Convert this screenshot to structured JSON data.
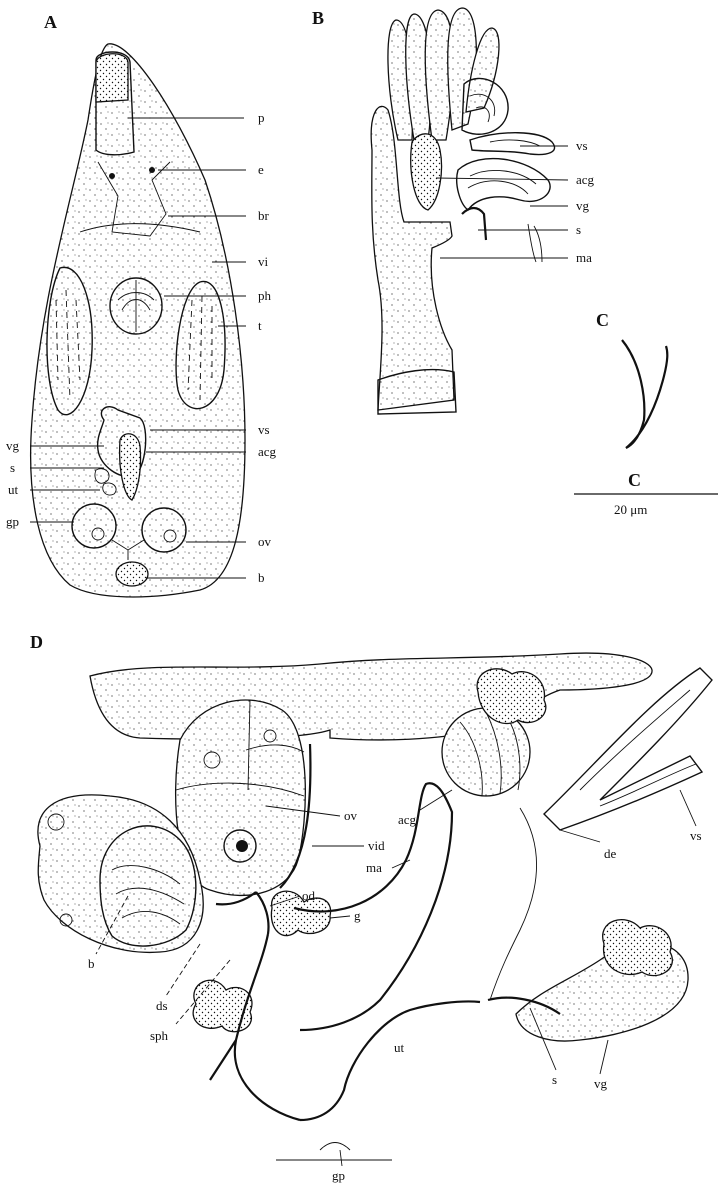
{
  "panels": [
    {
      "id": "A",
      "label": "A"
    },
    {
      "id": "B",
      "label": "B"
    },
    {
      "id": "C",
      "label": "C"
    },
    {
      "id": "D",
      "label": "D"
    }
  ],
  "labels_A": [
    "p",
    "e",
    "br",
    "vi",
    "ph",
    "t",
    "vs",
    "vg",
    "acg",
    "s",
    "ut",
    "gp",
    "ov",
    "b"
  ],
  "labels_B": [
    "vs",
    "acg",
    "vg",
    "s",
    "ma"
  ],
  "labels_D": [
    "ov",
    "acg",
    "vid",
    "de",
    "vs",
    "ma",
    "od",
    "g",
    "b",
    "ds",
    "sph",
    "s",
    "ut",
    "vg",
    "gp"
  ],
  "scale_bar": {
    "panel": "C",
    "text": "20 μm"
  }
}
